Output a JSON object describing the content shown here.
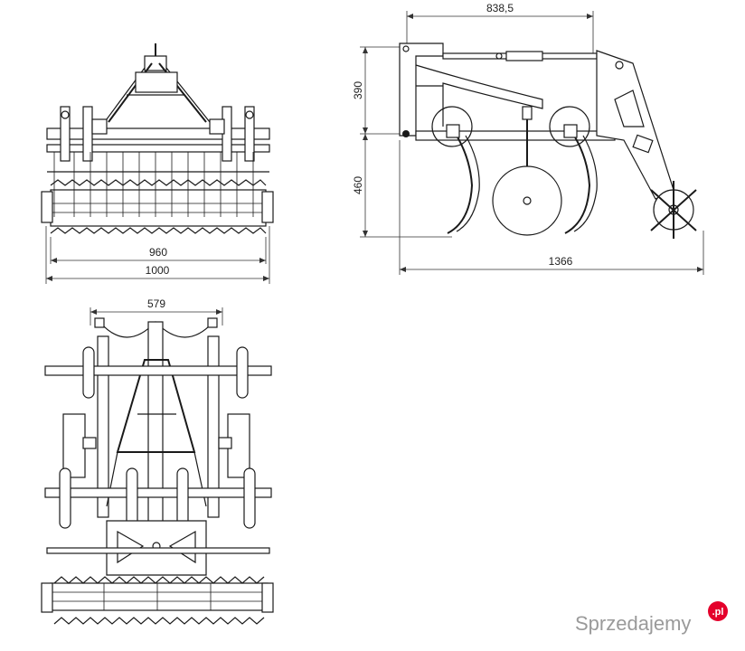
{
  "dimensions": {
    "top_view_inner_width": "960",
    "top_view_outer_width": "1000",
    "side_view_top_length": "838,5",
    "side_view_height_upper": "390",
    "side_view_height_lower": "460",
    "side_view_total_length": "1366",
    "plan_view_hitch_width": "579"
  },
  "watermark": {
    "brand": "Sprzedajemy",
    "tld": ".pl",
    "brand_color": "#e4002b"
  }
}
